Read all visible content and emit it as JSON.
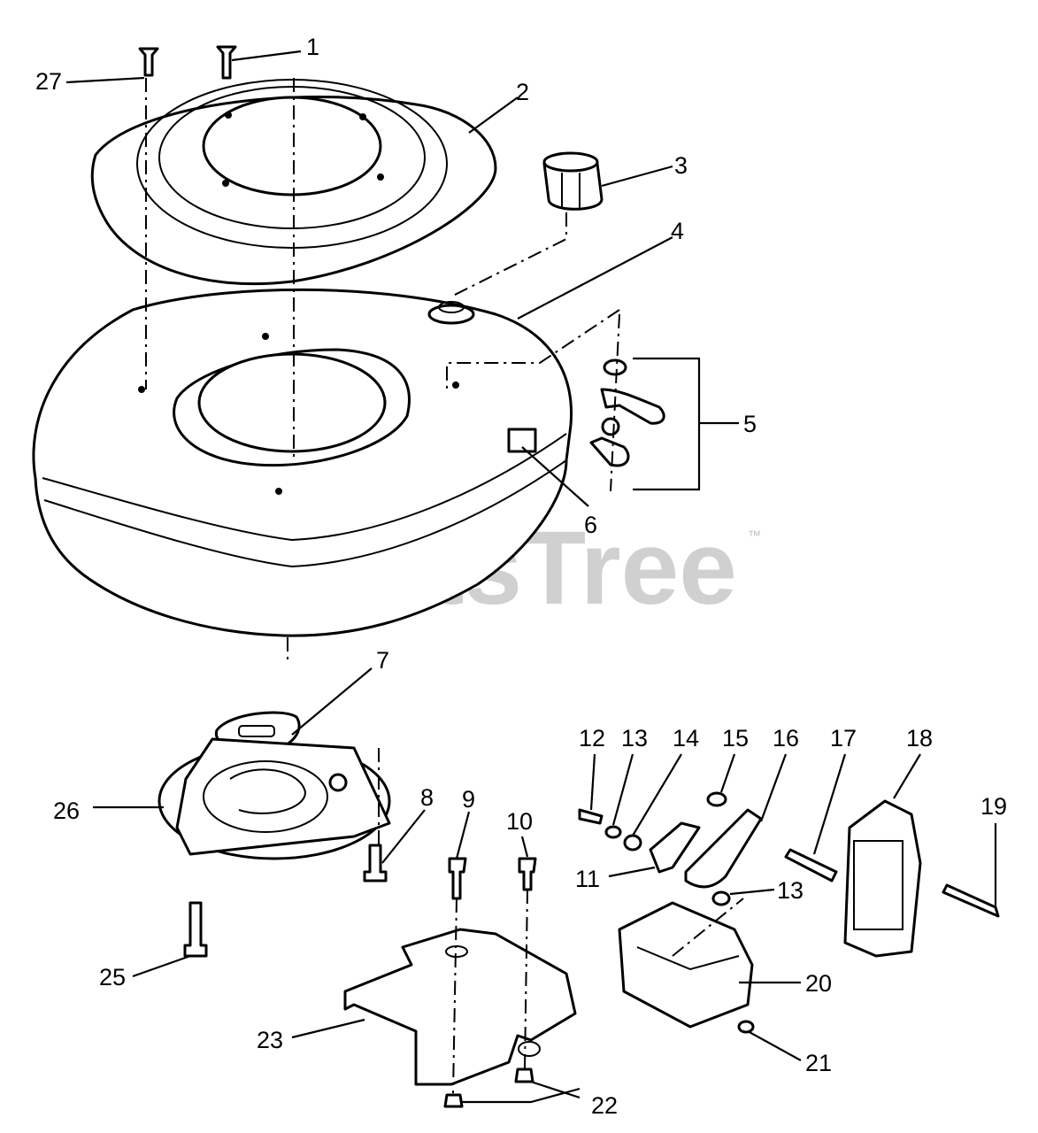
{
  "watermark": {
    "text": "PartsTree",
    "trademark": "™"
  },
  "callouts": [
    "1",
    "2",
    "3",
    "4",
    "5",
    "6",
    "7",
    "8",
    "9",
    "10",
    "11",
    "12",
    "13",
    "13",
    "14",
    "15",
    "16",
    "17",
    "18",
    "19",
    "20",
    "21",
    "22",
    "23",
    "25",
    "26",
    "27"
  ]
}
